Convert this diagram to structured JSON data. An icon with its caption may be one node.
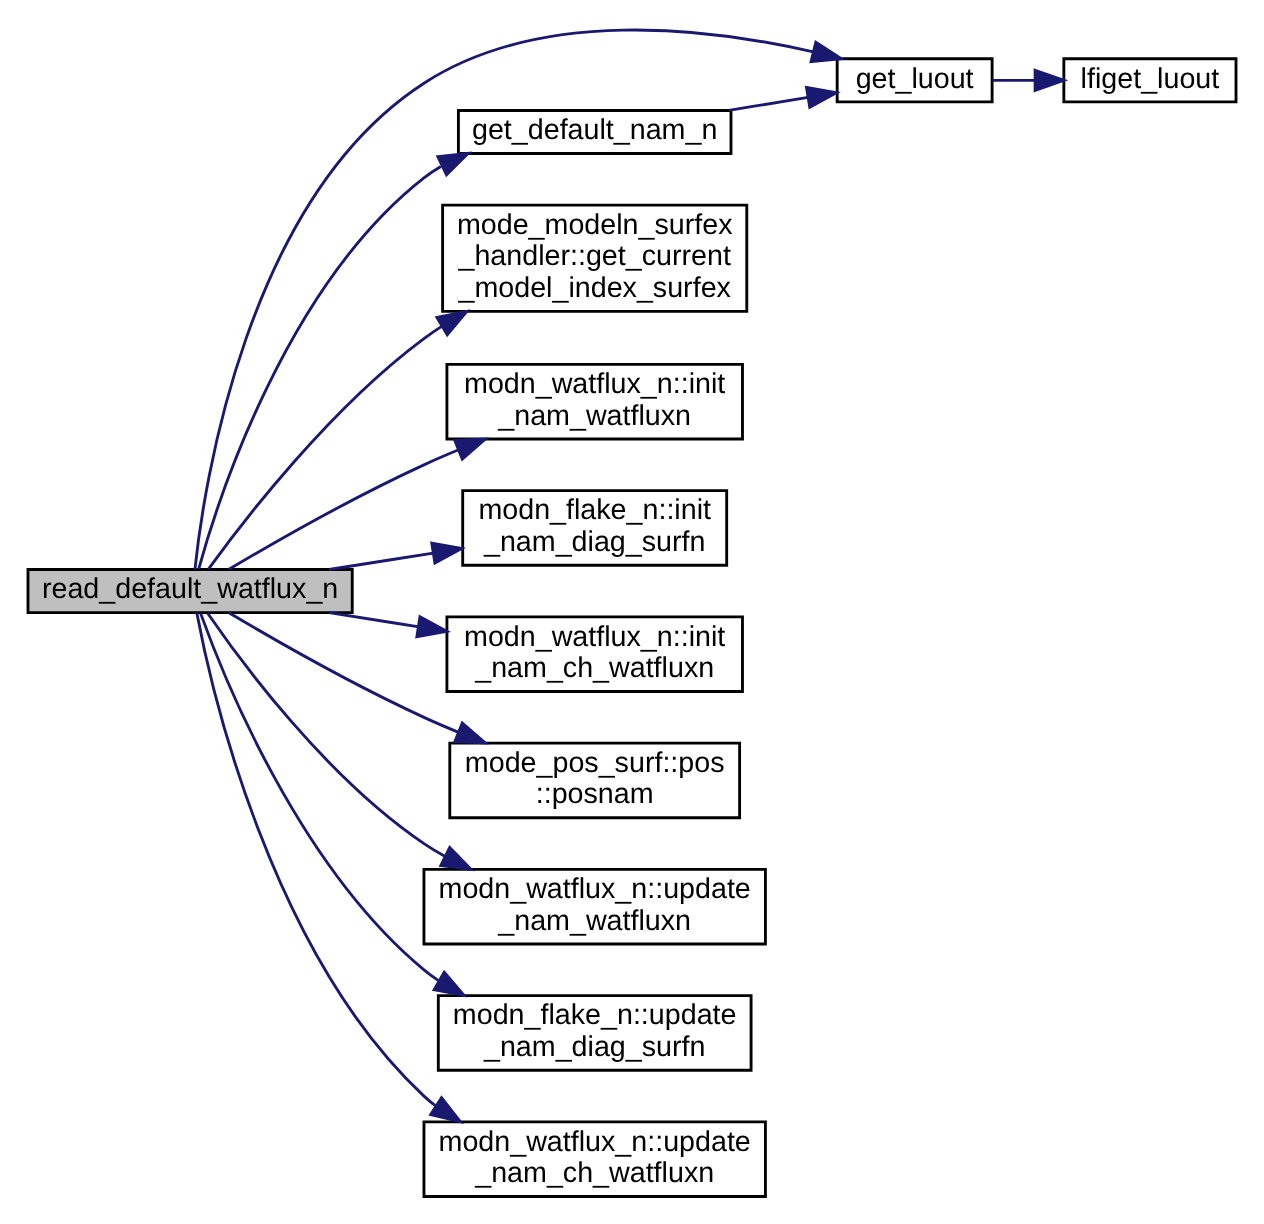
{
  "diagram": {
    "nodes": [
      {
        "text": [
          "read_default_watflux_n"
        ]
      },
      {
        "text": [
          "get_luout"
        ]
      },
      {
        "text": [
          "lfiget_luout"
        ]
      },
      {
        "text": [
          "get_default_nam_n"
        ]
      },
      {
        "text": [
          "mode_modeln_surfex _handler::get_current _model_index_surfex"
        ]
      },
      {
        "text": [
          "modn_watflux_n::init _nam_watfluxn"
        ]
      },
      {
        "text": [
          "modn_flake_n::init _nam_diag_surfn"
        ]
      },
      {
        "text": [
          "modn_watflux_n::init _nam_ch_watfluxn"
        ]
      },
      {
        "text": [
          "mode_pos_surf::pos ::posnam"
        ]
      },
      {
        "text": [
          "modn_watflux_n::update _nam_watfluxn"
        ]
      },
      {
        "text": [
          "modn_flake_n::update _nam_diag_surfn"
        ]
      },
      {
        "text": [
          "modn_watflux_n::update _nam_ch_watfluxn"
        ]
      }
    ],
    "edges": [
      {
        "from": 0,
        "to": 1,
        "arrow": "to"
      },
      {
        "from": 0,
        "to": 3,
        "arrow": "to"
      },
      {
        "from": 3,
        "to": 1,
        "arrow": "to"
      },
      {
        "from": 1,
        "to": 2,
        "arrow": "to"
      },
      {
        "from": 0,
        "to": 4,
        "arrow": "to"
      },
      {
        "from": 0,
        "to": 5,
        "arrow": "to"
      },
      {
        "from": 0,
        "to": 6,
        "arrow": "to"
      },
      {
        "from": 0,
        "to": 7,
        "arrow": "to"
      },
      {
        "from": 0,
        "to": 8,
        "arrow": "to"
      },
      {
        "from": 0,
        "to": 9,
        "arrow": "to"
      },
      {
        "from": 0,
        "to": 10,
        "arrow": "to"
      },
      {
        "from": 0,
        "to": 11,
        "arrow": "to"
      }
    ]
  }
}
